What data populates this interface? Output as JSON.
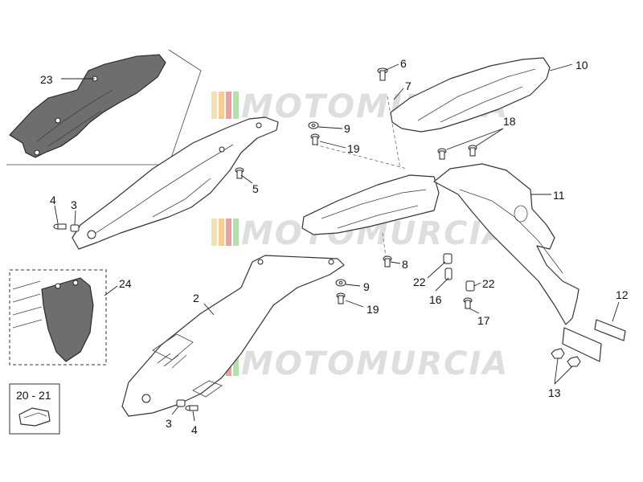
{
  "watermark": {
    "text": "MOTOMURCIA",
    "bar_colors": [
      "#e8c86a",
      "#f2a23a",
      "#e05050",
      "#7cc46a"
    ]
  },
  "callouts": [
    "23",
    "6",
    "7",
    "10",
    "9",
    "19",
    "18",
    "5",
    "4",
    "3",
    "11",
    "2",
    "8",
    "22",
    "16",
    "9",
    "19",
    "22",
    "17",
    "24",
    "12",
    "13",
    "20 - 21",
    "3",
    "4"
  ]
}
